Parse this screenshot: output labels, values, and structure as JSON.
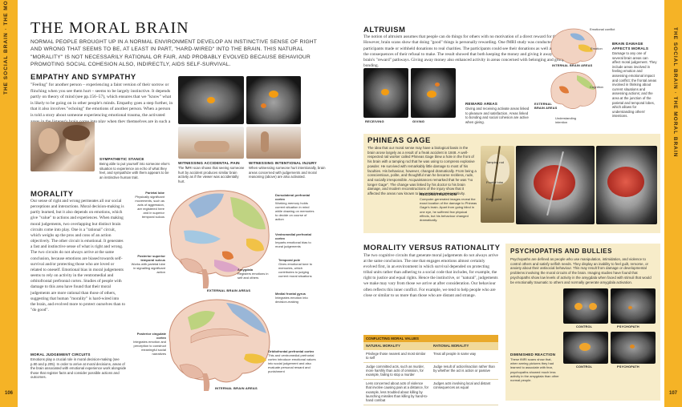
{
  "spread": {
    "section_label": "THE SOCIAL BRAIN",
    "section_label_bold": "THE MORAL BRAIN",
    "page_left": "106",
    "page_right": "107"
  },
  "title": "THE MORAL BRAIN",
  "lead": "NORMAL PEOPLE BROUGHT UP IN A NORMAL ENVIRONMENT DEVELOP AN INSTINCTIVE SENSE OF RIGHT AND WRONG THAT SEEMS TO BE, AT LEAST IN PART, \"HARD-WIRED\" INTO THE BRAIN. THIS NATURAL \"MORALITY\" IS NOT NECESSARILY RATIONAL OR FAIR, AND PROBABLY EVOLVED BECAUSE BEHAVIOUR PROMOTING SOCIAL COHESION ALSO, INDIRECTLY, AIDS SELF-SURVIVAL.",
  "empathy": {
    "heading": "EMPATHY AND SYMPATHY",
    "body": "\"Feeling\" for another person – experiencing a faint version of their sorrow or flinching when you see them hurt – seems to be largely instinctive. It depends partly on theory of mind (see pp.156–57), which ensures that we \"know\" what is likely to be going on in other people's minds. Empathy goes a step further, in that it also involves \"echoing\" the emotions of another person. When a person is told a story about someone experiencing emotional trauma, the activated areas in the listener's brain come into play when they themselves are in such a situation.",
    "cap_sym_h": "SYMPATHETIC STANCE",
    "cap_sym": "Being able to put yourself into someone else's situation to experience an echo of what they feel, and sympathize with them appears to be an instinctive human trait.",
    "cap_acc_h": "WITNESSING ACCIDENTAL PAIN",
    "cap_acc": "The fMRI scan shows that seeing someone hurt by accident produces similar brain activity as if the viewer was accidentally hurt.",
    "cap_int_h": "WITNESSING INTENTIONAL INJURY",
    "cap_int": "When witnessing someone hurt intentionally, brain areas concerned with judgements and moral reasoning (above) are also activated."
  },
  "morality": {
    "heading": "MORALITY",
    "body": "Our sense of right and wrong permeates all our social perceptions and interactions. Moral decision-making is partly learned, but it also depends on emotions, which give \"value\" to actions and experiences. When making moral judgements, two overlapping but distinct brain circuits come into play. One is a \"rational\" circuit, which weighs up the pros and cons of an action objectively. The other circuit is emotional. It generates a fast and instinctive sense of what is right and wrong. The two circuits do not always arrive at the same conclusion, because emotions are biased towards self-survival and/or protecting those who are loved or related to oneself. Emotional bias in moral judgements seems to rely on activity in the ventromedial and orbitofrontal prefrontal cortex. Studies of people with damage to this area have found that their moral judgements are more rational than those of others, suggesting that human \"morality\" is hard-wired into the brain, and evolved more to protect ourselves than to \"do good\".",
    "circuits_h": "MORAL JUDGEMENT CIRCUITS",
    "circuits": "Emotions play a crucial role in moral decision-making (see p.80 and p.205). In order to arrive at moral decisions, areas of the brain associated with emotional experience work alongside those that register facts and consider possible actions and outcomes."
  },
  "brain_ext": {
    "caption": "EXTERNAL BRAIN AREAS",
    "labels": {
      "parietal": "Parietal lobe",
      "parietal_d": "Physically significant movements, such as acts of aggression, are registered here and in superior temporal sulcus",
      "dlpfc": "Dorsolateral prefrontal cortex",
      "dlpfc_d": "Working memory holds current situation in mind while drawing on memories to decide on course of action",
      "vmpfc": "Ventromedial prefrontal cortex",
      "vmpfc_d": "Imparts emotional bias to moral judgements",
      "sts": "Posterior superior temporal sulcus",
      "sts_d": "Works with parietal lobe in signalling significant action",
      "amygdala": "Amygdala",
      "amygdala_d": "Registers emotions in self and others",
      "temporal": "Temporal pole",
      "temporal_d": "Gives emotional tone to memories, which contributes to judging current moral situations"
    }
  },
  "brain_int": {
    "caption": "INTERNAL BRAIN AREAS",
    "labels": {
      "mfg": "Medial frontal gyrus",
      "mfg_d": "Integrates emotion into decision-making",
      "pcc": "Posterior cingulate cortex",
      "pcc_d": "Integrates emotion and perception to construct meaningful social narratives",
      "ofc": "Orbitofrontal prefrontal cortex",
      "ofc_d": "This and ventromedial prefrontal cortex introduce emotional values into social judgement and also evaluate personal reward and punishment"
    }
  },
  "altruism": {
    "heading": "ALTRUISM",
    "body": "The notion of altruism assumes that people can do things for others with no motivation of a direct reward for themselves. However, brain scans show that doing \"good\" things is personally rewarding. One fMRI study was conducted while participants made or withheld donations to real charities. The participants could see their donations as well as the results of the consequences of their refusal to make. The result showed that both keeping the money and giving it away activated the brain's \"reward\" pathways. Giving away money also enhanced activity in areas concerned with belonging and group bonding.",
    "scan_receiving": "RECEIVING",
    "scan_giving": "GIVING",
    "reward_h": "REWARD AREAS",
    "reward": "Giving and receiving activate areas linked to pleasure and satisfaction. Areas linked to bonding and social cohesion are active when giving.",
    "diagram_labels": {
      "conflict": "Emotional conflict",
      "emotion": "Emotion",
      "cognition": "Cognition",
      "understanding": "Understanding intention",
      "internal": "INTERNAL BRAIN AREAS",
      "external": "EXTERNAL BRAIN AREAS"
    },
    "damage_h": "BRAIN DAMAGE AFFECTS MORALS",
    "damage": "Damage to any one of several brain areas can affect moral judgement. They include areas involved in feeling emotion and assessing emotional impact and conflict; the frontal areas involved in thinking about current situations and assessing actions; and the area at the junction of the parietal and temporal lobes, which allows for understanding others' intentions."
  },
  "phineas": {
    "heading": "PHINEAS GAGE",
    "body": "The idea that our moral sense may have a biological basis in the brain arose largely as a result of a freak accident in 1848. A well-respected rail worker called Phineas Gage blew a hole in the front of his brain with a tamping rod that he was using to compress explosive powder. He survived with remarkably little damage to most of his faculties. His behaviour, however, changed dramatically. From being a conscientious, polite, and thoughtful man he became reckless, rude, and socially irresponsible. Acquaintances remarked that he was \"no longer Gage\". The change was linked by his doctor to his brain damage, and modern reconstructions of the injury show that it affected the areas now known to be central to moral sensitivity.",
    "recon_h": "RECONSTRUCTION",
    "recon": "Computer-generated images reveal the exact location of the damage to Phineas Gage's brain. Apart from going blind in one eye, he suffered few physical effects, but his behaviour changed dramatically.",
    "labels": {
      "rod": "Tamping rod",
      "frontal": "Frontal lobe",
      "entry": "Entry point"
    }
  },
  "rationality": {
    "heading": "MORALITY VERSUS RATIONALITY",
    "body": "The two cognitive circuits that generate moral judgements do not always arrive at the same conclusion. The one that engages emotions almost certainly evolved first, in an environment in which survival depended on protecting tribal units rather than adhering to a social code that includes, for example, the right to justice and equal rights. Hence the instinctive, or \"natural\", judgements we make may vary from those we arrive at after consideration. Our behaviour often reflects this inner conflict. For example, we tend to help people who are close or similar to us more than those who are distant and strange."
  },
  "conflict_table": {
    "title": "CONFLICTING MORAL VALUES",
    "col_a": "NATURAL MORALITY",
    "col_b": "RATIONAL MORALITY",
    "rows": [
      [
        "Privilege those nearest and most similar to self",
        "Treat all people in same way"
      ],
      [
        "Judge committed acts, such as murder, more harshly than acts of omission, for example, failing to stop a murder",
        "Judge result of action/inaction rather than by whether the act is action or passive"
      ],
      [
        "Less concerned about acts of violence that involve causing pain at a distance, for example, less troubled about killing by launching missiles than killing by hand-to-hand combat",
        "Judges acts involving local and distant consequences as equal"
      ]
    ]
  },
  "psychopaths": {
    "heading": "PSYCHOPATHS AND BULLIES",
    "body": "Psychopaths are defined as people who use manipulation, intimidation, and violence to control others and satisfy selfish needs. They display an inability to feel guilt, remorse, or anxiety about their antisocial behaviour. This may result from damage or developmental problems involving the moral circuits of the brain. Imaging studies have found that psychopaths show low levels of activity in the amygdala when faced with stimuli that would be emotionally traumatic to others and normally generate amygdala activation.",
    "scan_control": "CONTROL",
    "scan_psychopath": "PSYCHOPATH",
    "dim_h": "DIMINISHED REACTION",
    "dim": "These fMRI scans show that, when seeing pictures they had learned to associate with fear, psychopaths showed much less activity in the amygdala than other normal people."
  },
  "colors": {
    "accent": "#f5b326",
    "box": "#f7ecc9",
    "table_head": "#e9a92a"
  }
}
